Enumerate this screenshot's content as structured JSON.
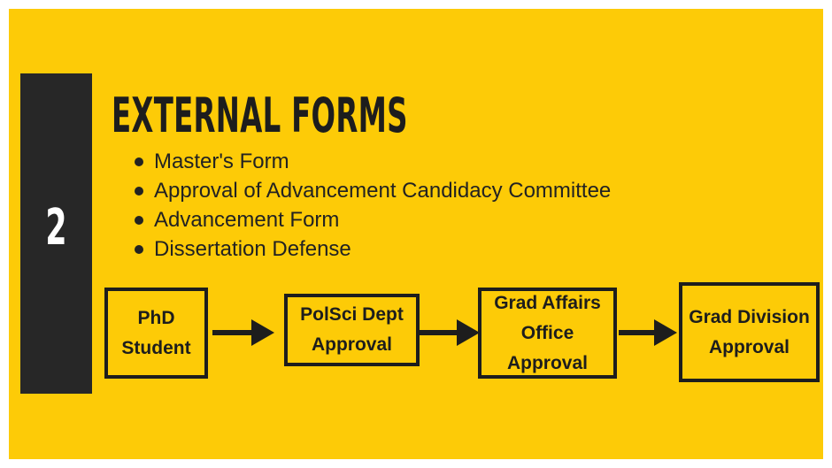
{
  "slide": {
    "step_number": "2",
    "heading": "EXTERNAL FORMS",
    "bullets": [
      {
        "text": "Master's Form"
      },
      {
        "text": "Approval of Advancement Candidacy Committee"
      },
      {
        "text": "Advancement Form"
      },
      {
        "text": "Dissertation Defense"
      }
    ]
  },
  "flow": {
    "steps": [
      {
        "label": "PhD\nStudent"
      },
      {
        "label": "PolSci Dept\nApproval"
      },
      {
        "label": "Grad Affairs\nOffice\nApproval"
      },
      {
        "label": "Grad Division\nApproval"
      }
    ]
  },
  "colors": {
    "background": "#FDCB07",
    "side_bar": "#272727",
    "ink": "#1d1d1d",
    "number_text": "#ffffff"
  }
}
